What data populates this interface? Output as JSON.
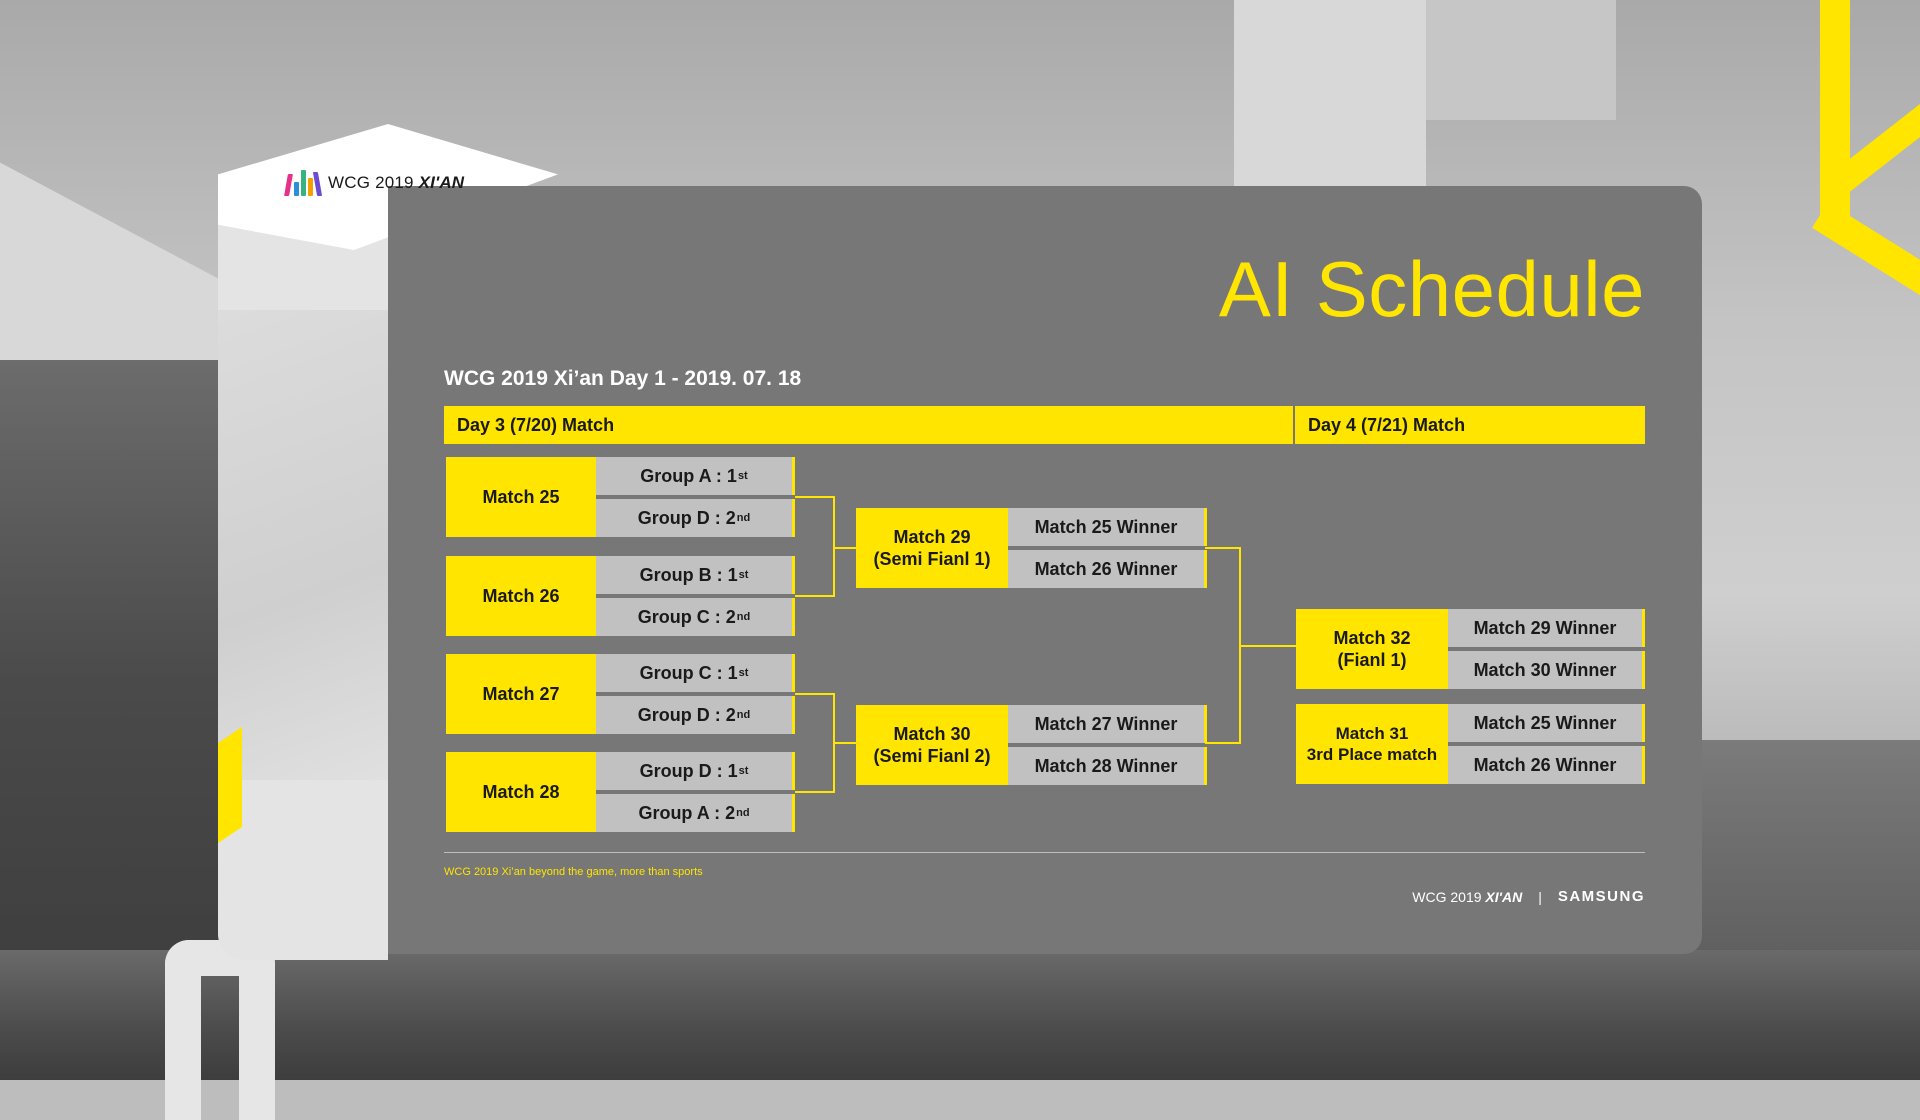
{
  "header": {
    "logo_text": "WCG 2019",
    "logo_city": "XI'AN",
    "title": "AI Schedule",
    "subtitle": "WCG 2019 Xi’an Day 1  -  2019. 07. 18"
  },
  "days": [
    {
      "label": "Day 3 (7/20) Match"
    },
    {
      "label": "Day 4 (7/21) Match"
    }
  ],
  "round1": [
    {
      "label": "Match 25",
      "slots": [
        {
          "team": "Group A : 1",
          "ord": "st"
        },
        {
          "team": "Group D : 2",
          "ord": "nd"
        }
      ]
    },
    {
      "label": "Match 26",
      "slots": [
        {
          "team": "Group B : 1",
          "ord": "st"
        },
        {
          "team": "Group C : 2",
          "ord": "nd"
        }
      ]
    },
    {
      "label": "Match 27",
      "slots": [
        {
          "team": "Group C : 1",
          "ord": "st"
        },
        {
          "team": "Group D : 2",
          "ord": "nd"
        }
      ]
    },
    {
      "label": "Match 28",
      "slots": [
        {
          "team": "Group D : 1",
          "ord": "st"
        },
        {
          "team": "Group A : 2",
          "ord": "nd"
        }
      ]
    }
  ],
  "semis": [
    {
      "label_line1": "Match 29",
      "label_line2": "(Semi Fianl 1)",
      "slots": [
        "Match 25 Winner",
        "Match 26 Winner"
      ]
    },
    {
      "label_line1": "Match 30",
      "label_line2": "(Semi Fianl 2)",
      "slots": [
        "Match 27 Winner",
        "Match 28 Winner"
      ]
    }
  ],
  "finals": [
    {
      "label_line1": "Match 32",
      "label_line2": "(Fianl 1)",
      "slots": [
        "Match 29 Winner",
        "Match 30 Winner"
      ]
    },
    {
      "label_line1": "Match 31",
      "label_line2": "3rd Place match",
      "slots": [
        "Match 25 Winner",
        "Match 26 Winner"
      ]
    }
  ],
  "footer": {
    "tagline": "WCG 2019 Xi’an beyond the game, more than sports",
    "wcg": "WCG 2019",
    "wcg_city": "XI'AN",
    "separator": "|",
    "sponsor": "SAMSUNG"
  },
  "colors": {
    "accent": "#ffe500",
    "panel": "#777777",
    "slot": "#c1c1c1",
    "line": "#ffe500"
  }
}
